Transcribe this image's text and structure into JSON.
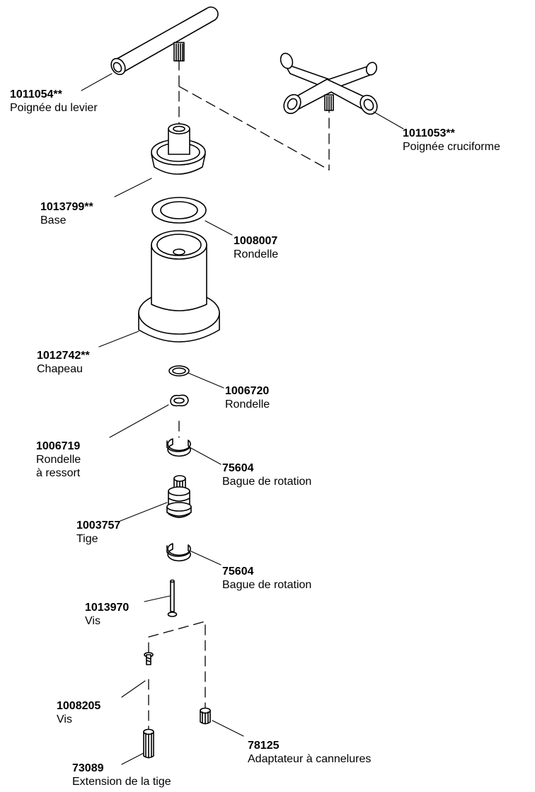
{
  "colors": {
    "ink": "#000000",
    "paper": "#ffffff"
  },
  "parts": {
    "p1011054": {
      "number": "1011054**",
      "name": "Poignée du levier"
    },
    "p1011053": {
      "number": "1011053**",
      "name": "Poignée cruciforme"
    },
    "p1013799": {
      "number": "1013799**",
      "name": "Base"
    },
    "p1008007": {
      "number": "1008007",
      "name": "Rondelle"
    },
    "p1012742": {
      "number": "1012742**",
      "name": "Chapeau"
    },
    "p1006720": {
      "number": "1006720",
      "name": "Rondelle"
    },
    "p1006719": {
      "number": "1006719",
      "name": "Rondelle",
      "name2": "à ressort"
    },
    "p75604a": {
      "number": "75604",
      "name": "Bague de rotation"
    },
    "p1003757": {
      "number": "1003757",
      "name": "Tige"
    },
    "p75604b": {
      "number": "75604",
      "name": "Bague de rotation"
    },
    "p1013970": {
      "number": "1013970",
      "name": "Vis"
    },
    "p1008205": {
      "number": "1008205",
      "name": "Vis"
    },
    "p78125": {
      "number": "78125",
      "name": "Adaptateur à cannelures"
    },
    "p73089": {
      "number": "73089",
      "name": "Extension de la tige"
    }
  }
}
